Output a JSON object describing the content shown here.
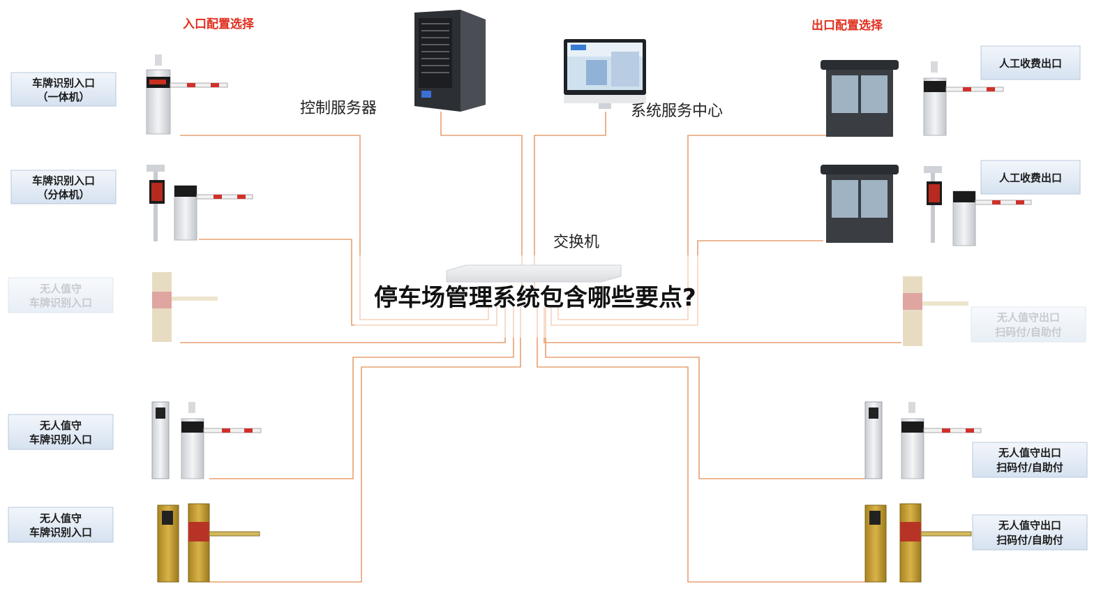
{
  "headers": {
    "entry": "入口配置选择",
    "exit": "出口配置选择"
  },
  "center": {
    "server": "控制服务器",
    "center": "系统服务中心",
    "switch": "交换机"
  },
  "overlay_title": "停车场管理系统包含哪些要点?",
  "entries": [
    {
      "line1": "车牌识别入口",
      "line2": "（一体机）",
      "faded": false
    },
    {
      "line1": "车牌识别入口",
      "line2": "（分体机）",
      "faded": false
    },
    {
      "line1": "无人值守",
      "line2": "车牌识别入口",
      "faded": true
    },
    {
      "line1": "无人值守",
      "line2": "车牌识别入口",
      "faded": false
    },
    {
      "line1": "无人值守",
      "line2": "车牌识别入口",
      "faded": false
    }
  ],
  "exits": [
    {
      "line1": "人工收费出口",
      "line2": "",
      "faded": false
    },
    {
      "line1": "人工收费出口",
      "line2": "",
      "faded": false
    },
    {
      "line1": "无人值守出口",
      "line2": "扫码付/自助付",
      "faded": true
    },
    {
      "line1": "无人值守出口",
      "line2": "扫码付/自助付",
      "faded": false
    },
    {
      "line1": "无人值守出口",
      "line2": "扫码付/自助付",
      "faded": false
    }
  ],
  "colors": {
    "header_red": "#e03020",
    "wire_orange": "#e8a070",
    "label_box_fill": "#e4ecf6",
    "label_box_stroke": "#b8c8dc"
  }
}
